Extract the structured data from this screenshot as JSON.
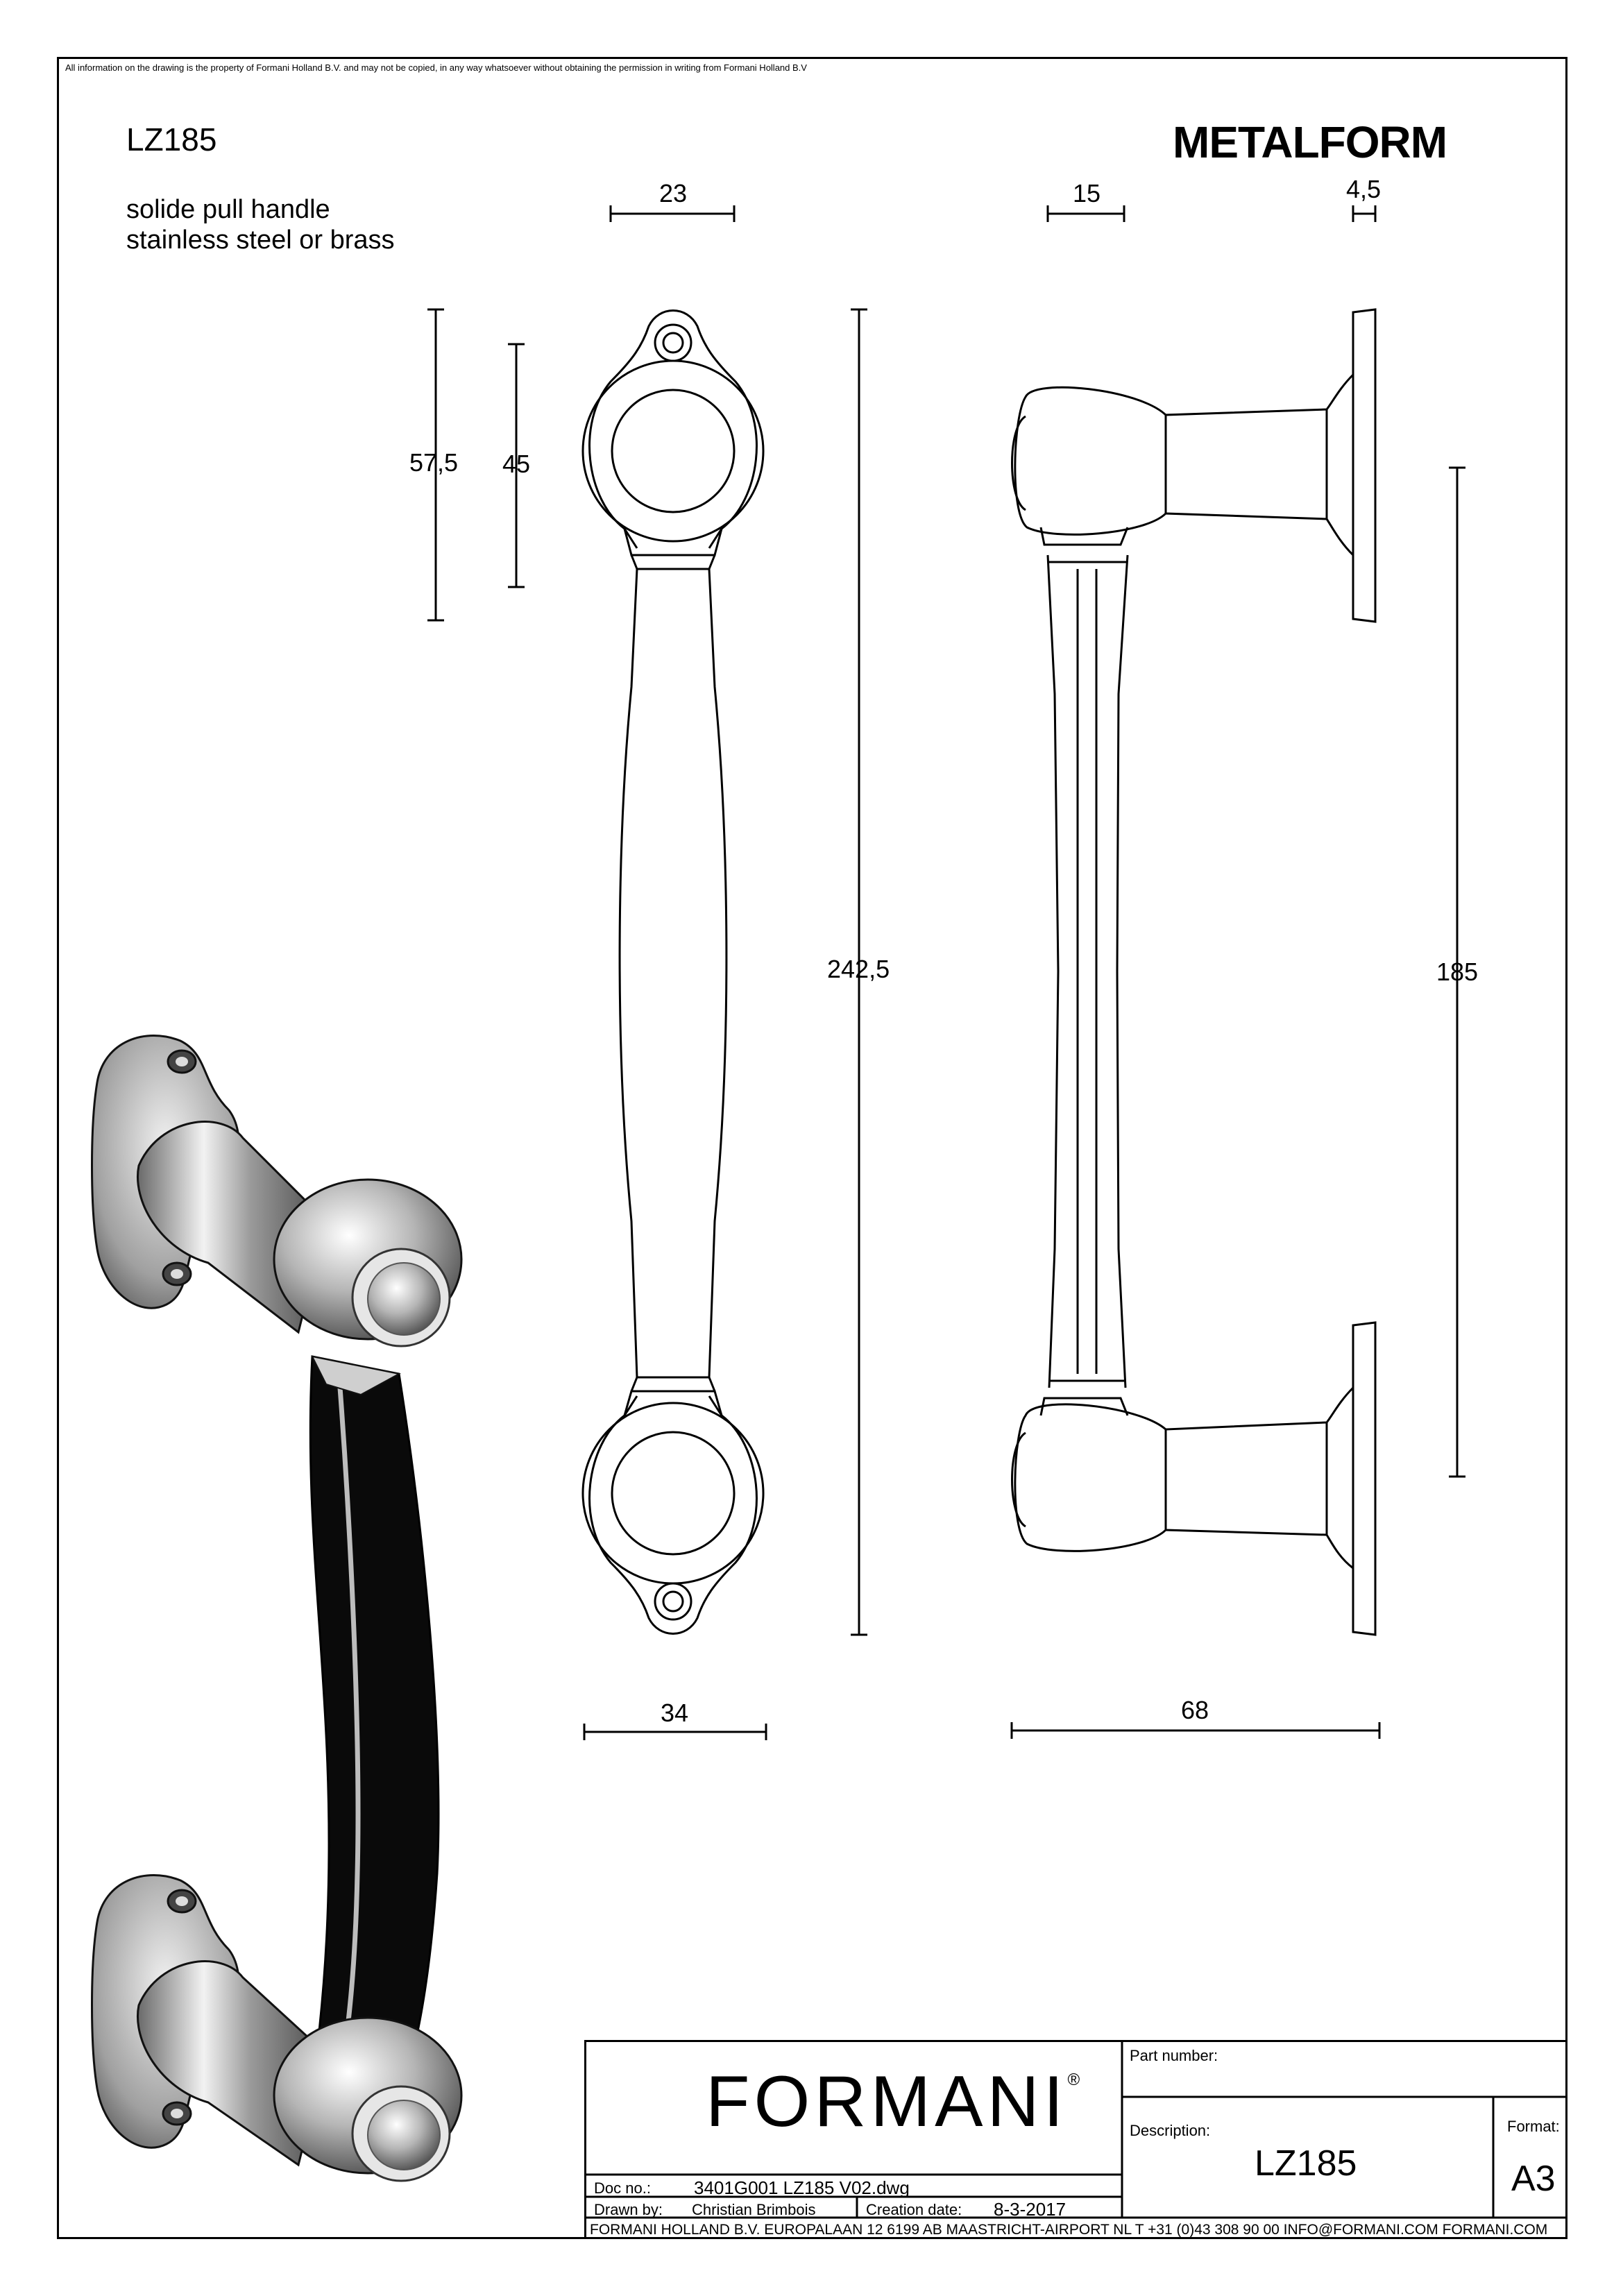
{
  "disclaimer": "All information on the drawing is the property of Formani Holland B.V. and may not be copied, in any way whatsoever without obtaining the permission in writing from Formani Holland B.V",
  "model": "LZ185",
  "brand": "METALFORM",
  "description": {
    "line1": "solide pull handle",
    "line2": "stainless steel or brass"
  },
  "dimensions": {
    "top_width": "23",
    "side_depth_top": "15",
    "plate_thickness": "4,5",
    "rose_height": "57,5",
    "rose_diameter": "45",
    "total_length": "242,5",
    "center_distance": "185",
    "rose_width": "34",
    "projection": "68"
  },
  "title_block": {
    "logo": "FORMANI",
    "registered_mark": "®",
    "part_number_label": "Part number:",
    "part_number_value": "",
    "description_label": "Description:",
    "description_value": "LZ185",
    "format_label": "Format:",
    "format_value": "A3",
    "doc_no_label": "Doc no.:",
    "doc_no_value": "3401G001 LZ185 V02.dwg",
    "drawn_by_label": "Drawn by:",
    "drawn_by_value": "Christian Brimbois",
    "creation_date_label": "Creation date:",
    "creation_date_value": "8-3-2017",
    "footer": "FORMANI HOLLAND B.V.  EUROPALAAN 12  6199 AB MAASTRICHT-AIRPORT NL  T +31 (0)43 308 90 00 INFO@FORMANI.COM FORMANI.COM"
  },
  "colors": {
    "line": "#000000",
    "metal_light": "#e8e8e8",
    "metal_mid": "#a9a9a9",
    "metal_dark": "#555555",
    "grip": "#0a0a0a"
  }
}
